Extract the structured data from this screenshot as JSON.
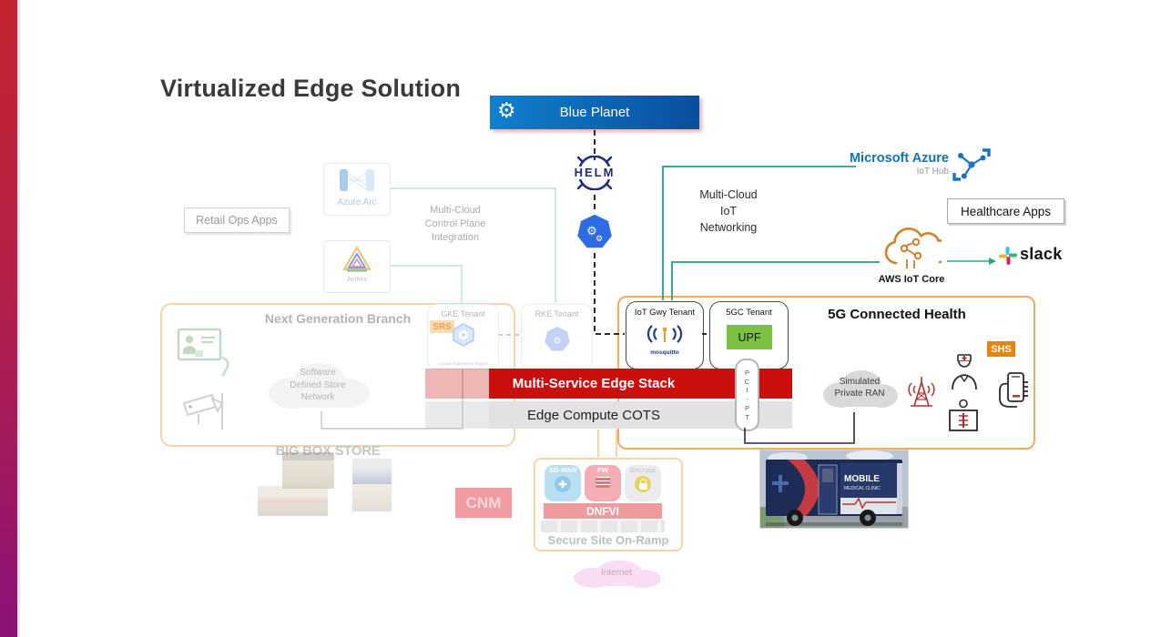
{
  "title": "Virtualized Edge Solution",
  "orchestrator": {
    "blue_planet": "Blue Planet",
    "helm": "HELM"
  },
  "left_cloud": {
    "retail_ops_apps": "Retail Ops Apps",
    "azure_arc": "Azure Arc",
    "anthos": "Anthos",
    "control_plane_note": "Multi-Cloud\nControl Plane\nIntegration"
  },
  "right_cloud": {
    "networking_note": "Multi-Cloud\nIoT\nNetworking",
    "azure_title": "Microsoft Azure",
    "azure_subtitle": "IoT Hub",
    "healthcare_apps": "Healthcare Apps",
    "aws_iot_core": "AWS IoT Core",
    "slack": "slack"
  },
  "branch": {
    "title": "Next Generation Branch",
    "sdsn": "Software\nDefined Store\nNetwork",
    "gke": {
      "title": "GKE Tenant",
      "badge": "SRS",
      "caption": "Google Kubernetes Engine"
    },
    "rke": {
      "title": "RKE Tenant"
    },
    "big_box_store": "BIG BOX STORE"
  },
  "edge": {
    "iot_gwy": {
      "title": "IoT Gwy Tenant",
      "broker": "mosquitto"
    },
    "fgc": {
      "title": "5GC Tenant",
      "upf": "UPF"
    },
    "stack_bar": "Multi-Service Edge Stack",
    "cots_bar": "Edge Compute COTS",
    "pci_pt": "P\nC\nI\n-\nP\nT"
  },
  "health": {
    "title": "5G Connected Health",
    "ran": "Simulated\nPrivate RAN",
    "shs": "SHS",
    "clinic_line1": "MOBILE",
    "clinic_line2": "MEDICAL CLINIC"
  },
  "onramp": {
    "title": "Secure Site On-Ramp",
    "dnfvi": "DNFVI",
    "tiles": [
      {
        "label": "SD-WAN"
      },
      {
        "label": "FW"
      },
      {
        "label": "Encrypt"
      }
    ],
    "cnm": "CNM",
    "internet": "Internet"
  },
  "colors": {
    "brand_bar_top": "#C32430",
    "brand_bar_bottom": "#8C1278",
    "blue_planet_left": "#0F80CE",
    "blue_planet_right": "#0A4E9E",
    "helm_navy": "#202A85",
    "kubernetes_blue": "#2E6CE6",
    "stack_red": "#CB0E0E",
    "cots_gray": "#E2E2E4",
    "upf_green": "#7DC142",
    "health_border_orange": "#F5AB58",
    "teal_link": "#1BA489",
    "azure_blue": "#1173B8",
    "aws_orange": "#D2812A",
    "shs_orange": "#E8830B",
    "slack_blue": "#36C5F0",
    "slack_green": "#2EB67D",
    "slack_yellow": "#ECB22E",
    "slack_pink": "#E01E5A"
  }
}
